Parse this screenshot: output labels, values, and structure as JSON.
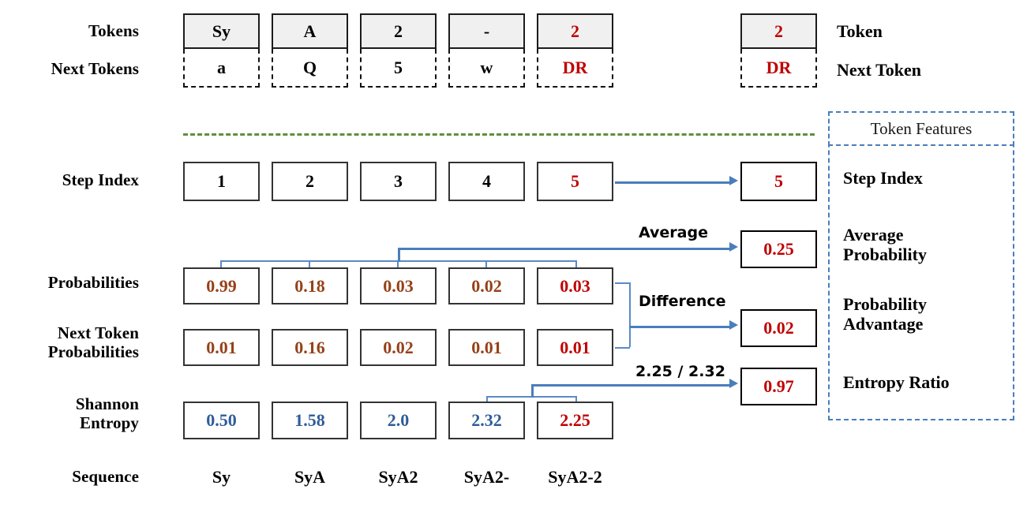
{
  "labels": {
    "tokens": "Tokens",
    "next_tokens": "Next Tokens",
    "step_index": "Step Index",
    "probabilities": "Probabilities",
    "next_token_probabilities": "Next Token\nProbabilities",
    "shannon_entropy": "Shannon\nEntropy",
    "sequence": "Sequence"
  },
  "columns": [
    {
      "token": "Sy",
      "next_token": "a",
      "step_index": "1",
      "probability": "0.99",
      "next_token_probability": "0.01",
      "shannon_entropy": "0.50",
      "sequence": "Sy"
    },
    {
      "token": "A",
      "next_token": "Q",
      "step_index": "2",
      "probability": "0.18",
      "next_token_probability": "0.16",
      "shannon_entropy": "1.58",
      "sequence": "SyA"
    },
    {
      "token": "2",
      "next_token": "5",
      "step_index": "3",
      "probability": "0.03",
      "next_token_probability": "0.02",
      "shannon_entropy": "2.0",
      "sequence": "SyA2"
    },
    {
      "token": "-",
      "next_token": "w",
      "step_index": "4",
      "probability": "0.02",
      "next_token_probability": "0.01",
      "shannon_entropy": "2.32",
      "sequence": "SyA2-"
    },
    {
      "token": "2",
      "next_token": "DR",
      "step_index": "5",
      "probability": "0.03",
      "next_token_probability": "0.01",
      "shannon_entropy": "2.25",
      "sequence": "SyA2-2"
    }
  ],
  "current": {
    "token": "2",
    "next_token": "DR",
    "token_label": "Token",
    "next_token_label": "Next Token"
  },
  "operations": {
    "average": "Average",
    "difference": "Difference",
    "entropy_ratio": "2.25 / 2.32"
  },
  "results": {
    "step_index": "5",
    "average_probability": "0.25",
    "probability_advantage": "0.02",
    "entropy_ratio": "0.97"
  },
  "feature_panel": {
    "title": "Token Features",
    "items": [
      "Step Index",
      "Average\nProbability",
      "Probability\nAdvantage",
      "Entropy Ratio"
    ]
  },
  "colors": {
    "highlight_red": "#c00000",
    "probability_brown": "#964118",
    "entropy_blue": "#2e5c9a",
    "connector_blue": "#4a7ebb",
    "divider_green": "#5f8f3e",
    "token_fill": "#f0f0f0"
  }
}
